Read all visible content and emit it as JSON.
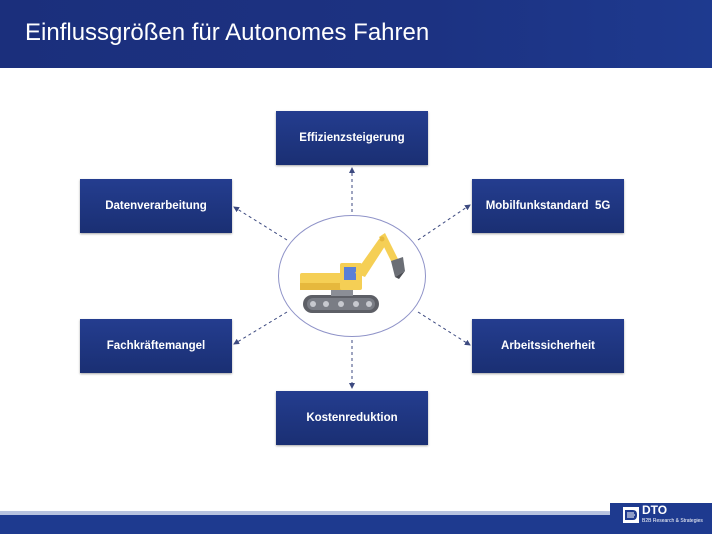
{
  "slide": {
    "title": "Einflussgrößen für Autonomes Fahren"
  },
  "diagram": {
    "center_icon": "excavator-icon",
    "factors": {
      "top": "Effizienzsteigerung",
      "upper_left": "Datenverarbeitung",
      "upper_right": "Mobilfunkstandard  5G",
      "lower_left": "Fachkräftemangel",
      "lower_right": "Arbeitssicherheit",
      "bottom": "Kostenreduktion"
    }
  },
  "logo": {
    "name": "DTO",
    "tagline": "B2B Research & Strategies"
  },
  "colors": {
    "brand_navy": "#1e3a8f",
    "box_fill": "#1f3680",
    "circle_border": "#8f93c8",
    "excavator_yellow": "#f5cf55",
    "connector": "#3d4a80"
  }
}
